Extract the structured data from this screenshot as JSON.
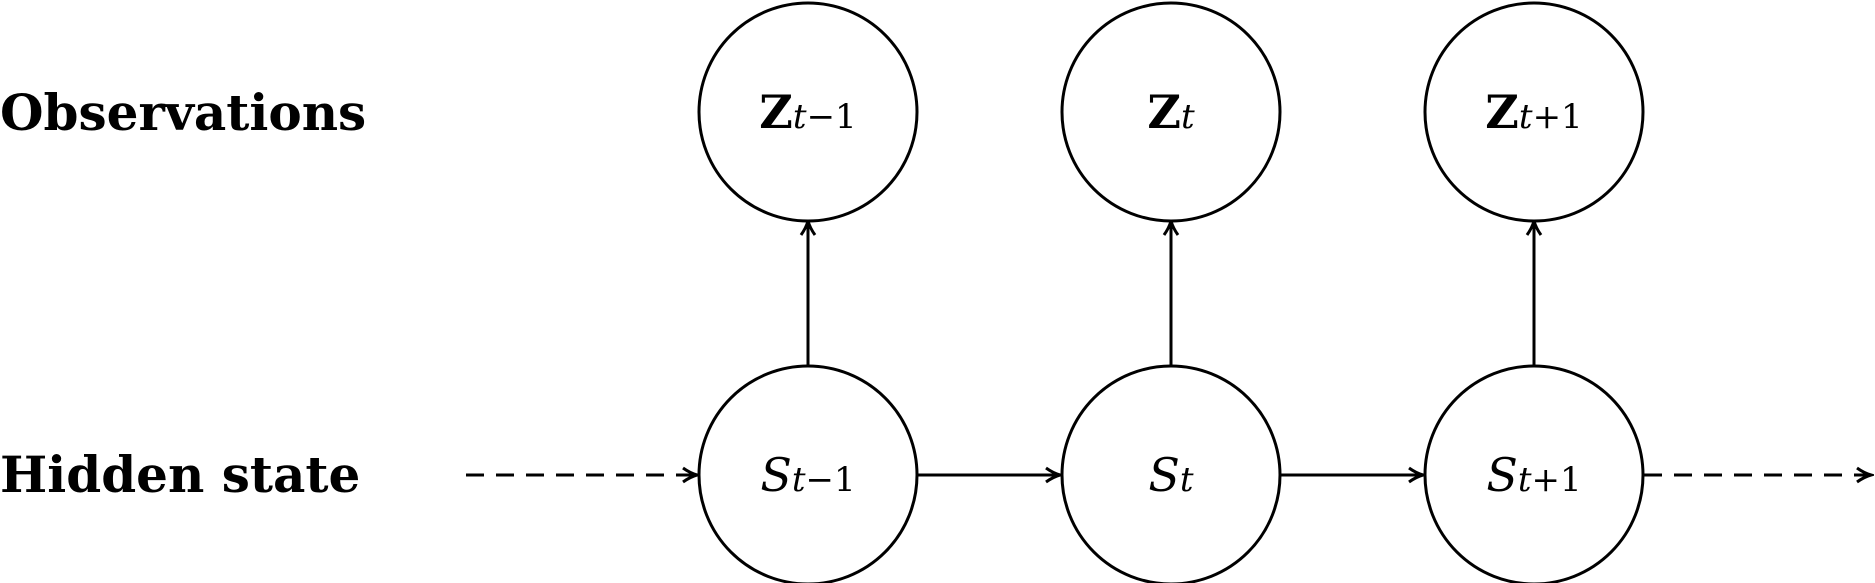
{
  "rows": {
    "observations_label": "Observations",
    "hidden_label": "Hidden state"
  },
  "observations": [
    {
      "symbol": "Z",
      "sub_var": "t",
      "sub_rest": "−1"
    },
    {
      "symbol": "Z",
      "sub_var": "t",
      "sub_rest": ""
    },
    {
      "symbol": "Z",
      "sub_var": "t",
      "sub_rest": "+1"
    }
  ],
  "states": [
    {
      "symbol": "S",
      "sub_var": "t",
      "sub_rest": "−1"
    },
    {
      "symbol": "S",
      "sub_var": "t",
      "sub_rest": ""
    },
    {
      "symbol": "S",
      "sub_var": "t",
      "sub_rest": "+1"
    }
  ],
  "colors": {
    "stroke": "#000000",
    "background": "#ffffff"
  }
}
